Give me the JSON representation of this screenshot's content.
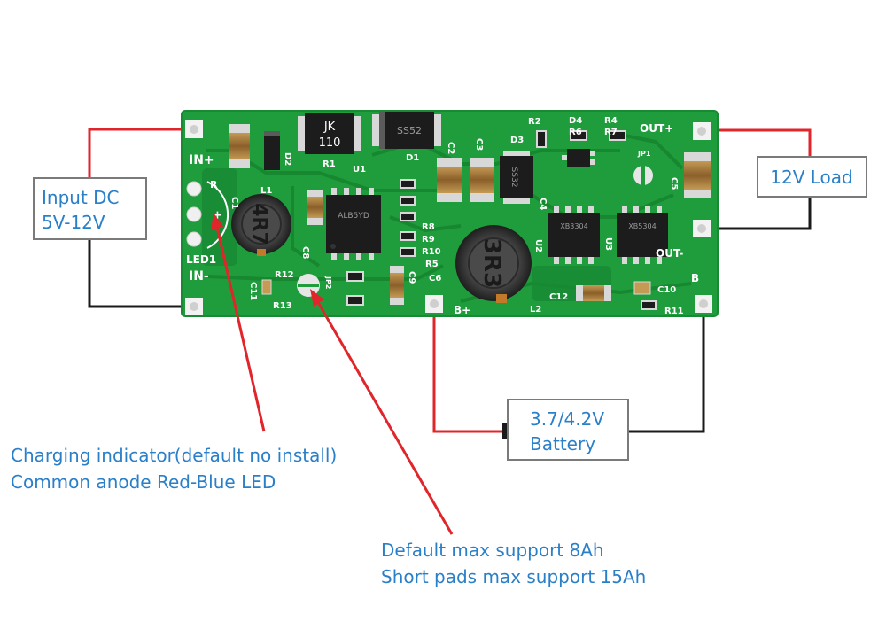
{
  "labels": {
    "input": [
      "Input DC",
      "5V-12V"
    ],
    "load": "12V Load",
    "battery": [
      "3.7/4.2V",
      "Battery"
    ],
    "charging": [
      "Charging indicator(default no install)",
      "Common anode Red-Blue LED"
    ],
    "capacity": [
      "Default max support 8Ah",
      "Short pads max support 15Ah"
    ]
  },
  "silkscreen": {
    "in_plus": "IN+",
    "in_minus": "IN-",
    "out_plus": "OUT+",
    "out_minus": "OUT-",
    "b_plus": "B+",
    "b": "B",
    "led1": "LED1",
    "r": "R",
    "plus": "+",
    "l1": "L1",
    "l1_value": "4R7",
    "l2": "L2",
    "l2_value": "3R3",
    "u1": "U1",
    "u2": "U2",
    "u3": "U3",
    "d1": "D1",
    "d2": "D2",
    "d3": "D3",
    "d4": "D4",
    "r1": "R1",
    "r2": "R2",
    "r4": "R4",
    "r5": "R5",
    "r6": "R6",
    "r7": "R7",
    "r8": "R8",
    "r9": "R9",
    "r10": "R10",
    "r11": "R11",
    "r12": "R12",
    "r13": "R13",
    "c1": "C1",
    "c2": "C2",
    "c3": "C3",
    "c4": "C4",
    "c5": "C5",
    "c6": "C6",
    "c8": "C8",
    "c9": "C9",
    "c10": "C10",
    "c11": "C11",
    "c12": "C12",
    "jp1": "JP1",
    "jp2": "JP2"
  },
  "components": {
    "jk_top": "JK",
    "jk_bottom": "110",
    "d1_marking": "SS52",
    "d3_marking": "SS32",
    "u1_marking": "ALB5YD",
    "u2_marking": "XB3304",
    "u3_marking": "XB5304"
  },
  "colors": {
    "board": "#1f9d3c",
    "copper": "#17852f",
    "positive_wire": "#e0262b",
    "negative_wire": "#1a1a1a",
    "label_text": "#2a7fc9",
    "label_border": "#7a7a7a"
  }
}
